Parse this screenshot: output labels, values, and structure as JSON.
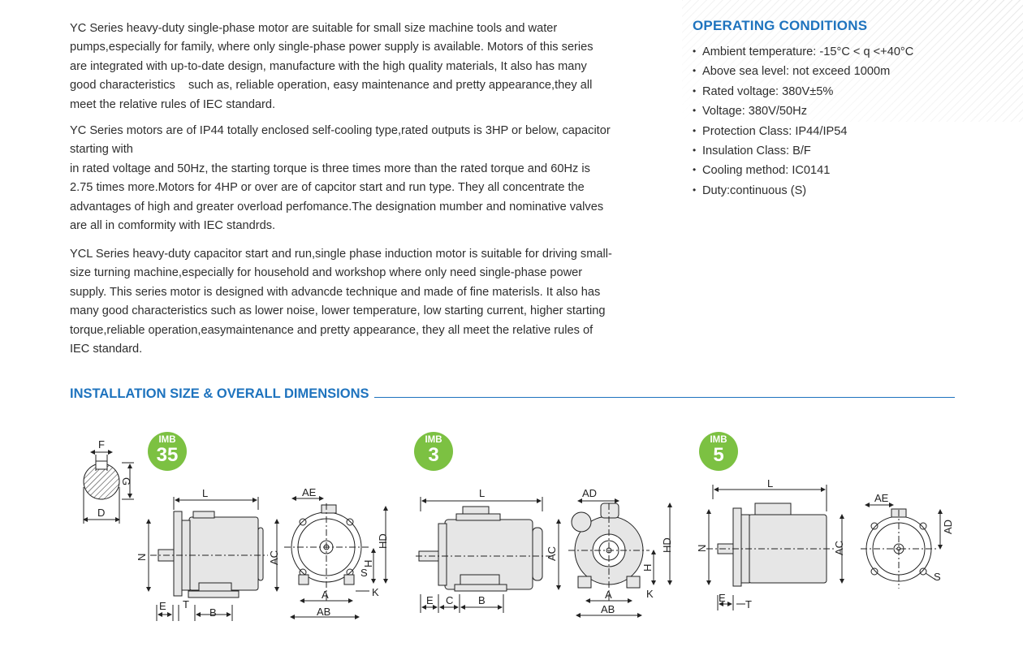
{
  "intro": {
    "p1": [
      "YC Series heavy-duty single-phase motor are suitable for small size machine tools and water",
      "pumps,especially for family, where only single-phase power supply is available. Motors of this series",
      "are integrated with up-to-date design, manufacture with the high quality materials, It also has many",
      "good characteristics    such as, reliable operation, easy maintenance and pretty appearance,they all",
      "meet the relative rules of IEC standard."
    ],
    "p2": [
      "YC Series motors are of IP44 totally enclosed self-cooling type,rated outputs is 3HP or below, capacitor",
      "starting with",
      "in rated voltage and 50Hz, the starting torque is three times more than the rated torque and 60Hz is",
      "2.75 times more.Motors for 4HP or over are of capcitor start and run type. They all concentrate the",
      "advantages of high and greater overload perfomance.The designation mumber and nominative valves",
      "are all in comformity with IEC standrds."
    ],
    "p3": [
      "YCL Series heavy-duty capacitor start and run,single phase induction motor is suitable for driving small-",
      "size turning machine,especially for household and workshop where only need single-phase power",
      "supply. This series motor is designed with advancde technique and made of fine materisls. It also has",
      "many good characteristics such as lower noise, lower temperature, low starting current, higher starting",
      "torque,reliable operation,easymaintenance and pretty appearance, they all meet the relative rules of",
      "IEC standard."
    ]
  },
  "operating": {
    "title": "OPERATING CONDITIONS",
    "items": [
      "Ambient temperature: -15°C < q <+40°C",
      "Above sea level: not exceed 1000m",
      "Rated voltage: 380V±5%",
      "Voltage: 380V/50Hz",
      "Protection Class: IP44/IP54",
      "Insulation Class: B/F",
      "Cooling method: IC0141",
      "Duty:continuous (S)"
    ]
  },
  "install": {
    "title": "INSTALLATION SIZE & OVERALL DIMENSIONS",
    "badges": [
      {
        "top": "IMB",
        "num": "35"
      },
      {
        "top": "IMB",
        "num": "3"
      },
      {
        "top": "IMB",
        "num": "5"
      }
    ]
  },
  "labels": {
    "F": "F",
    "G": "G",
    "D": "D",
    "L": "L",
    "N": "N",
    "AC": "AC",
    "E": "E",
    "T": "T",
    "B": "B",
    "AE": "AE",
    "HD": "HD",
    "H": "H",
    "S": "S",
    "A": "A",
    "K": "K",
    "AB": "AB",
    "C": "C",
    "AD": "AD"
  },
  "colors": {
    "accent": "#1e73be",
    "badge": "#7cc142",
    "motor_fill": "#e6e6e6",
    "line": "#222222"
  }
}
